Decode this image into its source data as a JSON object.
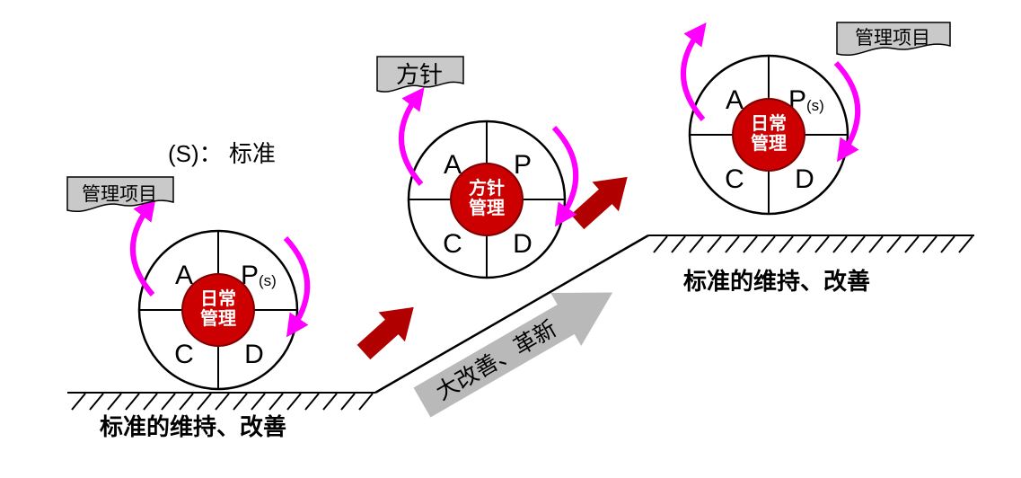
{
  "diagram": {
    "annotation_s": "(S)： 标准",
    "notes": {
      "left": "管理项目",
      "middle": "方针",
      "right": "管理项目"
    },
    "wheels": {
      "left": {
        "a": "A",
        "p": "P",
        "p_sub": "(s)",
        "c": "C",
        "d": "D",
        "center_top": "日常",
        "center_bottom": "管理"
      },
      "middle": {
        "a": "A",
        "p": "P",
        "p_sub": "",
        "c": "C",
        "d": "D",
        "center_top": "方针",
        "center_bottom": "管理"
      },
      "right": {
        "a": "A",
        "p": "P",
        "p_sub": "(s)",
        "c": "C",
        "d": "D",
        "center_top": "日常",
        "center_bottom": "管理"
      }
    },
    "ground_label_left": "标准的维持、改善",
    "ground_label_right": "标准的维持、改善",
    "slope_label": "大改善、革新",
    "colors": {
      "hub_red": "#cc0000",
      "hub_edge": "#7f0000",
      "rotation_magenta": "#ff00ff",
      "step_arrow_red": "#b00000",
      "note_gray": "#c9c9c9",
      "slope_arrow_gray": "#b9b9b9"
    }
  }
}
